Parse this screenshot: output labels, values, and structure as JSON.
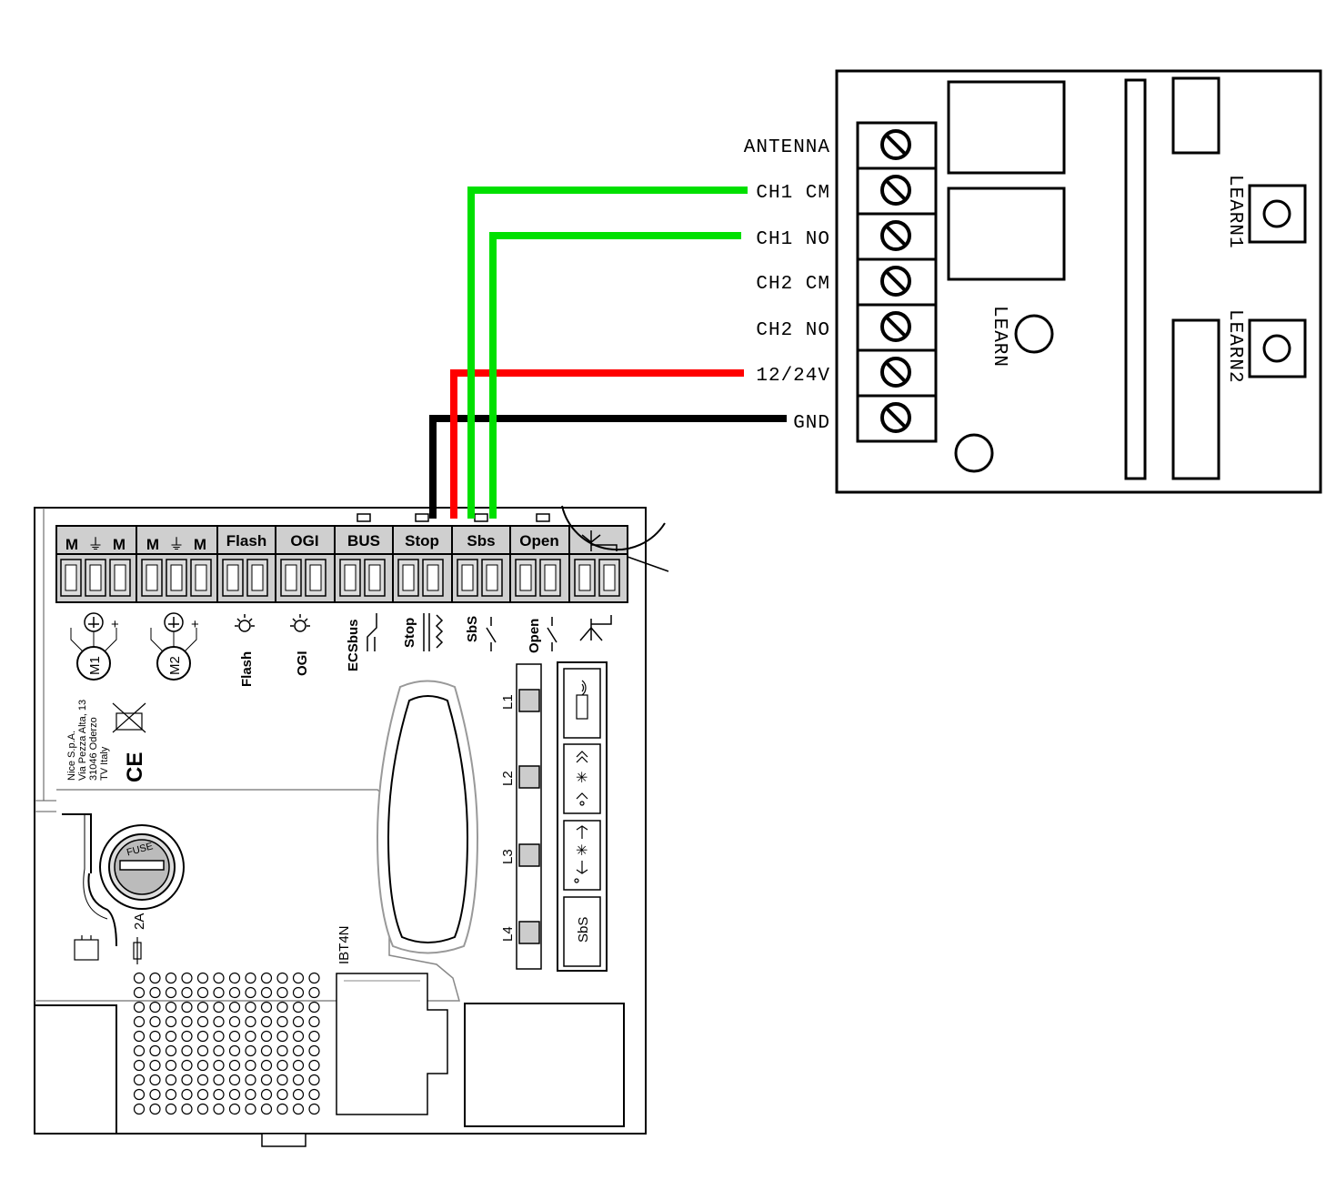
{
  "receiver": {
    "terminals": [
      "ANTENNA",
      "CH1 CM",
      "CH1 NO",
      "CH2 CM",
      "CH2 NO",
      "12/24V",
      "GND"
    ],
    "buttons": [
      "LEARN",
      "LEARN1",
      "LEARN2"
    ]
  },
  "controller": {
    "terminal_headers": [
      "M",
      "⏚",
      "M",
      "M",
      "⏚",
      "M",
      "Flash",
      "OGI",
      "BUS",
      "Stop",
      "Sbs",
      "Open"
    ],
    "motor_labels": [
      "M1",
      "M2"
    ],
    "signs": [
      "+",
      "+"
    ],
    "bottom_labels": [
      "Flash",
      "OGI",
      "ECSbus",
      "Stop",
      "SbS",
      "Open"
    ],
    "leds": [
      "L1",
      "L2",
      "L3",
      "L4"
    ],
    "sbs_button": "SbS",
    "maker": [
      "Nice S.p.A.",
      "Via Pezza Alta, 13",
      "31046 Oderzo",
      "TV Italy"
    ],
    "ce": "CE",
    "fuse_label": "FUSE",
    "fuse_rating": "2A",
    "module_slot": "IBT4N"
  },
  "wires": [
    {
      "from": "CH1 CM",
      "to": "Sbs",
      "color": "#00e000"
    },
    {
      "from": "CH1 NO",
      "to": "Sbs",
      "color": "#00e000"
    },
    {
      "from": "12/24V",
      "to": "Stop",
      "color": "#ff0000"
    },
    {
      "from": "GND",
      "to": "Stop",
      "color": "#000000"
    }
  ]
}
